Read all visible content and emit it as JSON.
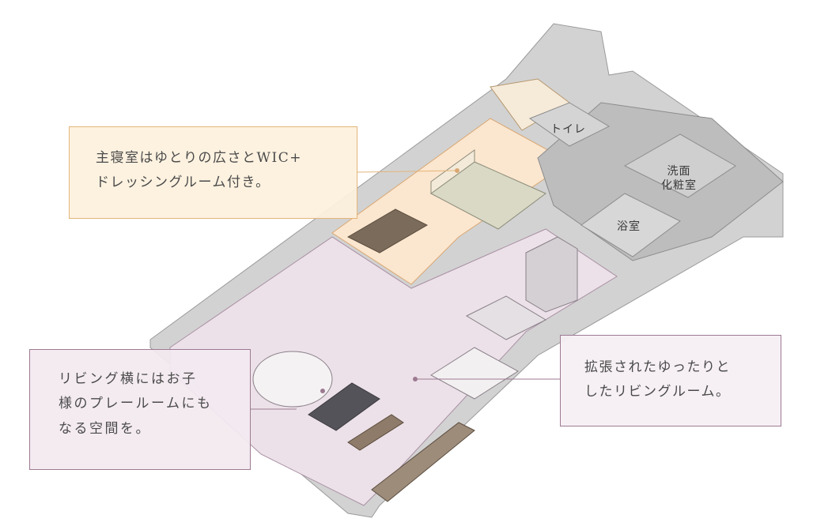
{
  "callouts": {
    "bedroom": {
      "lines": [
        "主寝室はゆとりの広さとWIC+",
        "ドレッシングルーム付き。"
      ],
      "color": "#e3b57a"
    },
    "kids_space": {
      "lines": [
        "リビング横にはお子",
        "様のプレールームにも",
        "なる空間を。"
      ],
      "color": "#9c7a92"
    },
    "living": {
      "lines": [
        "拡張されたゆったりと",
        "したリビングルーム。"
      ],
      "color": "#9c7a92"
    }
  },
  "rooms": {
    "toilet": "トイレ",
    "washroom": [
      "洗面",
      "化粧室"
    ],
    "bathroom": "浴室"
  },
  "colors": {
    "wall": "#cfcfcf",
    "bedroom_floor": "#fbe6cf",
    "living_floor": "#ece1e8",
    "wet_area": "#bdbdbd",
    "sofa": "#55535a"
  }
}
